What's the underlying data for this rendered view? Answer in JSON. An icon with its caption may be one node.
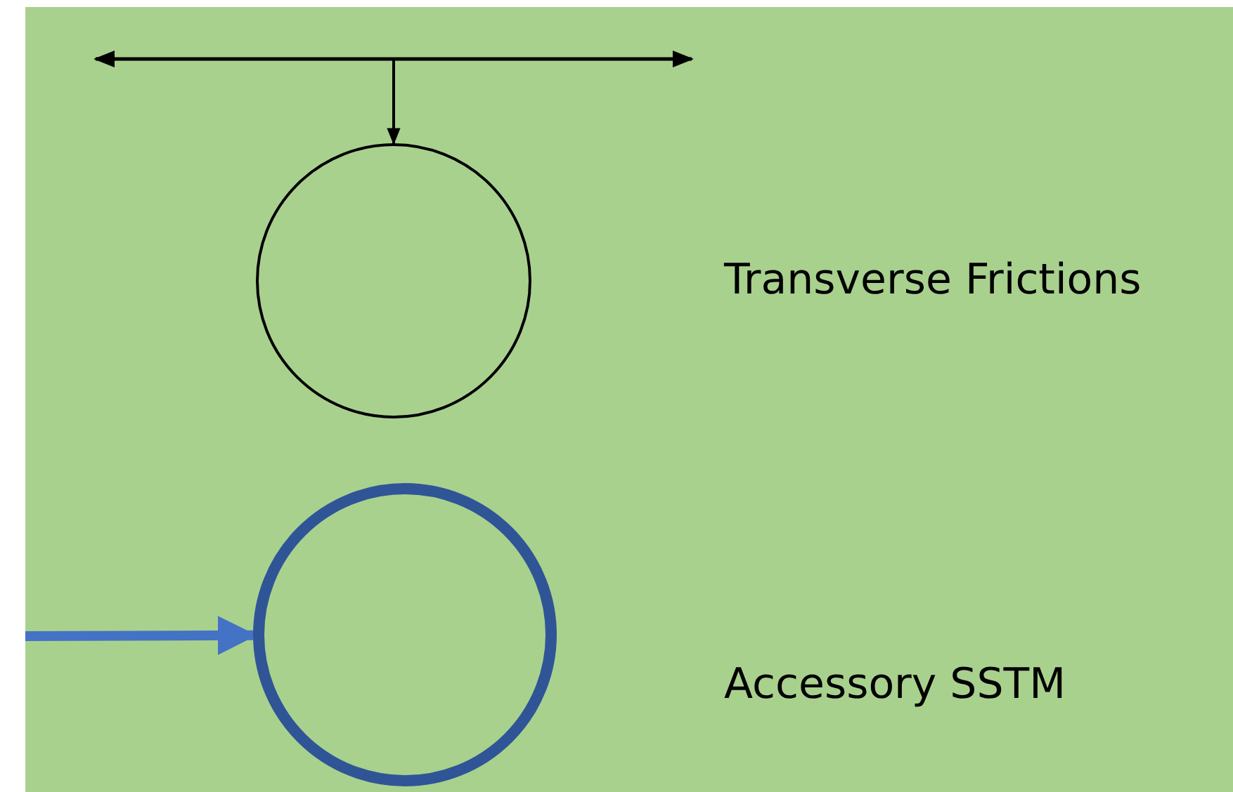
{
  "diagram": {
    "nodes": [
      {
        "text": [],
        "shape": "circle"
      },
      {
        "text": [],
        "shape": "circle"
      }
    ],
    "edges": [
      {
        "from": null,
        "to": 0,
        "arrow": "to"
      },
      {
        "from": null,
        "to": 1,
        "arrow": "to",
        "style": "thick",
        "color": "#4472c4"
      }
    ],
    "labels": [
      "Transverse Frictions",
      "Accessory SSTM"
    ]
  }
}
